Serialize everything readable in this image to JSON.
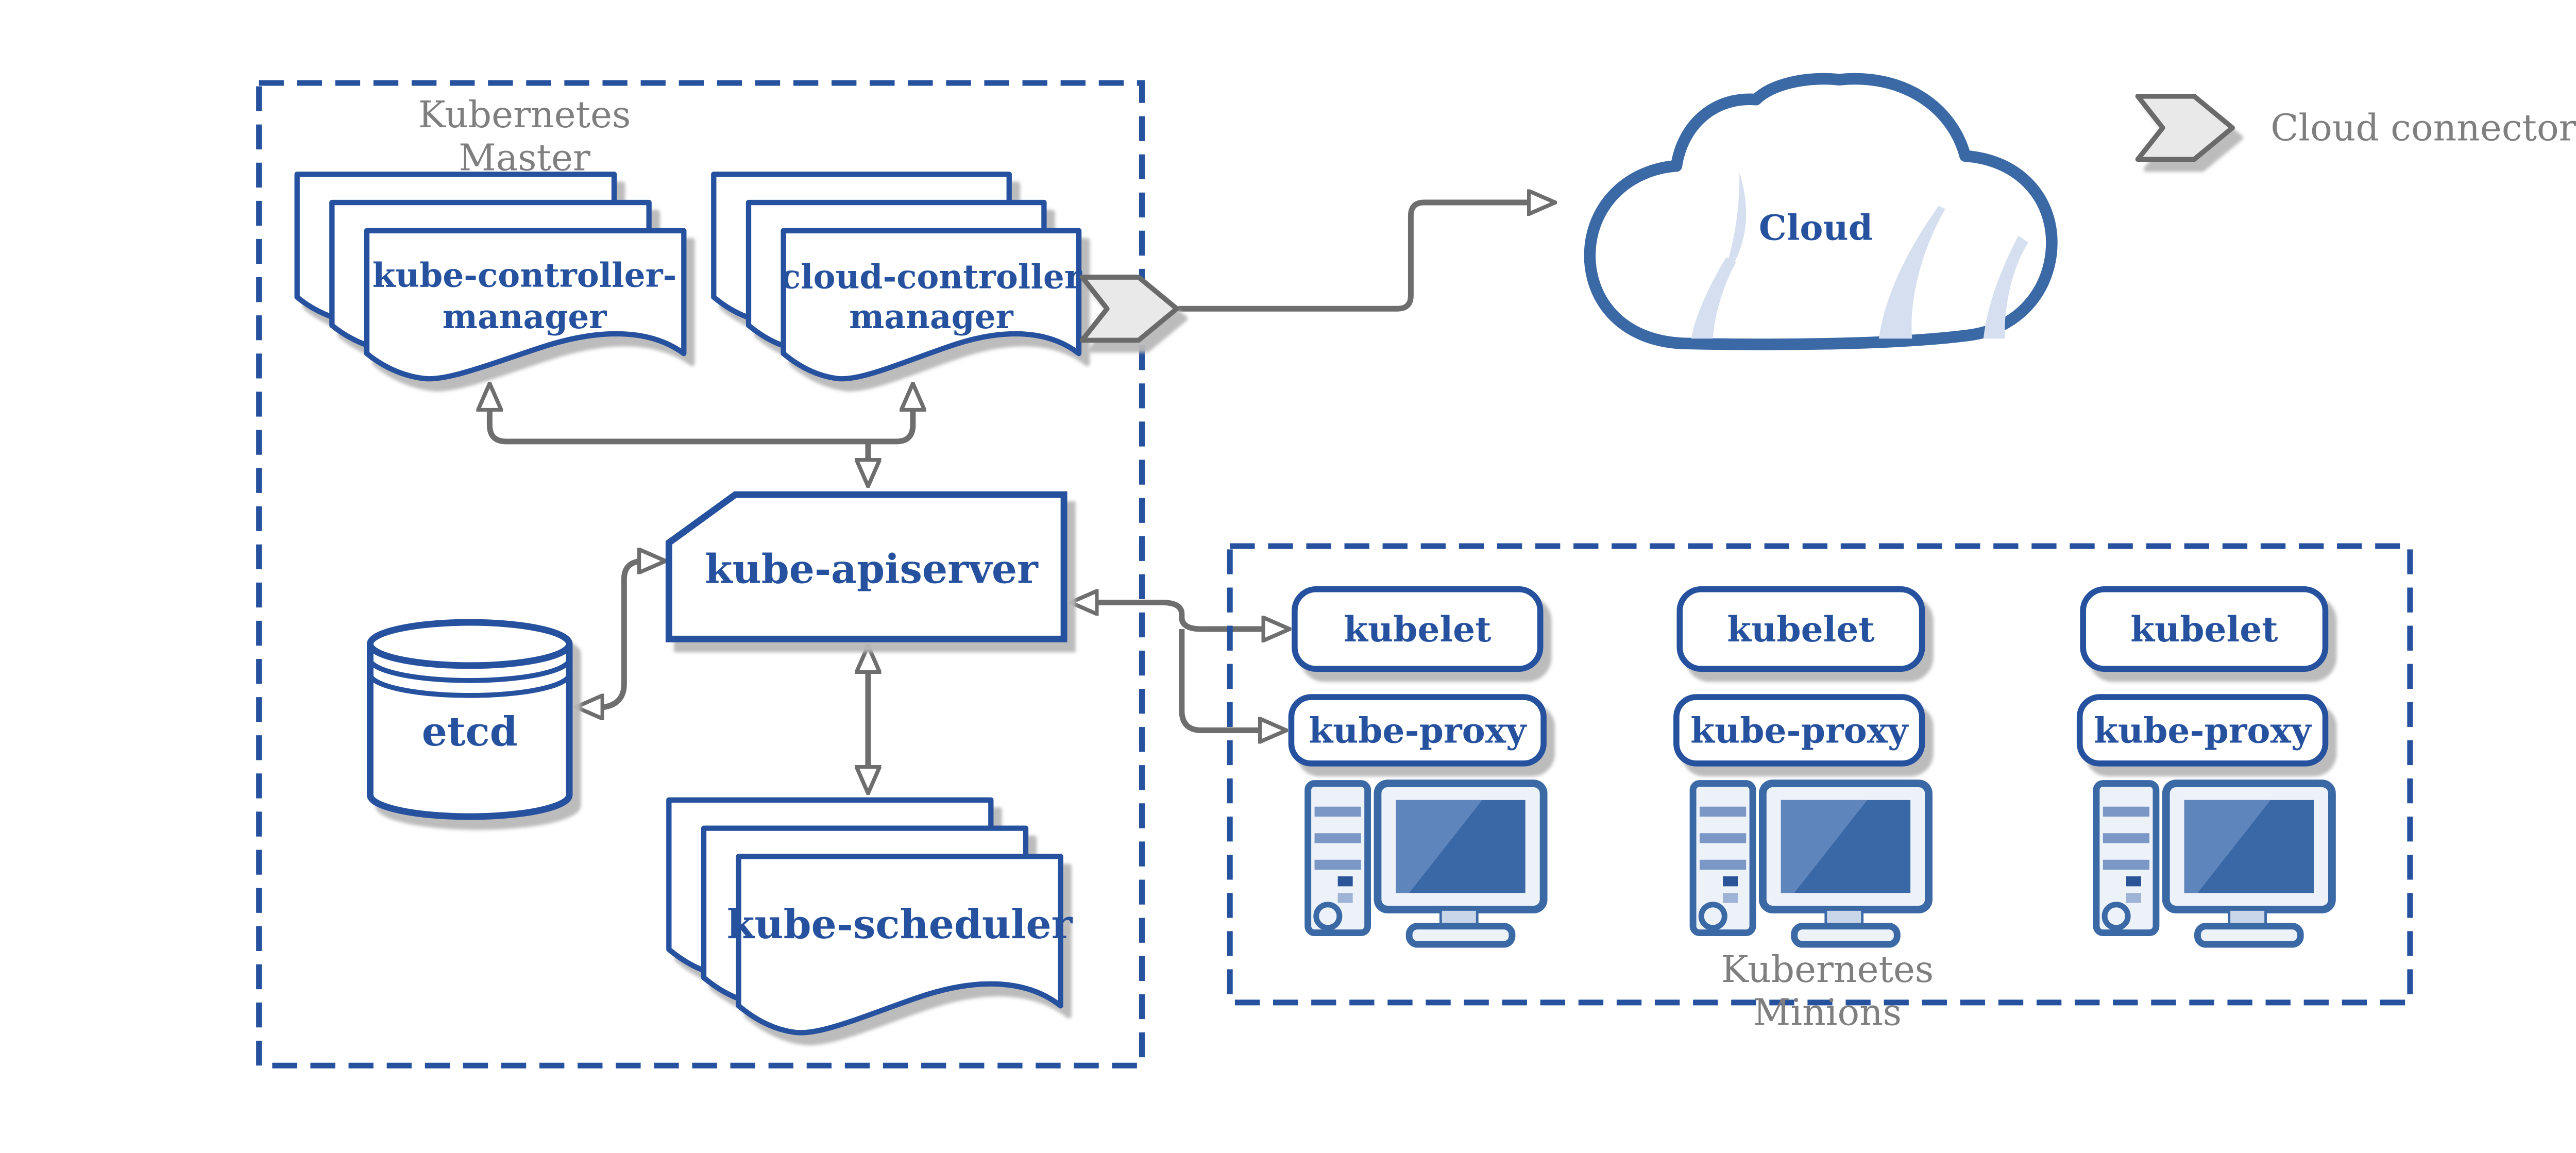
{
  "master": {
    "title_line1": "Kubernetes",
    "title_line2": "Master",
    "kube_controller_manager": {
      "line1": "kube-controller-",
      "line2": "manager"
    },
    "cloud_controller_manager": {
      "line1": "cloud-controller",
      "line2": "manager"
    },
    "kube_apiserver": "kube-apiserver",
    "etcd": "etcd",
    "kube_scheduler": "kube-scheduler"
  },
  "cloud": {
    "label": "Cloud"
  },
  "legend": {
    "cloud_connector": "Cloud connector"
  },
  "minions": {
    "title_line1": "Kubernetes",
    "title_line2": "Minions",
    "nodes": [
      {
        "kubelet": "kubelet",
        "kube_proxy": "kube-proxy"
      },
      {
        "kubelet": "kubelet",
        "kube_proxy": "kube-proxy"
      },
      {
        "kubelet": "kubelet",
        "kube_proxy": "kube-proxy"
      }
    ]
  },
  "colors": {
    "primary_blue": "#26519E",
    "icon_blue": "#3B69A5",
    "light_blue_fill": "#D5DFEF",
    "line_gray": "#6E6E6E",
    "text_gray": "#7F7F7F",
    "chevron_fill": "#E9E9E9",
    "shadow_gray": "#BBBBBB"
  }
}
